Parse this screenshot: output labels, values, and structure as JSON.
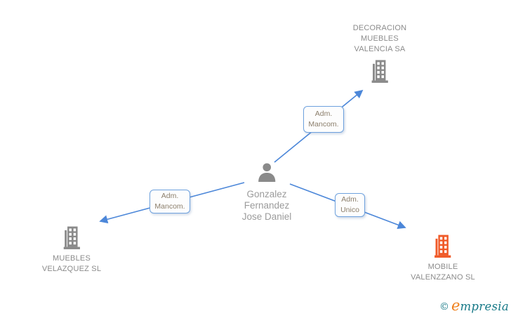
{
  "nodes": {
    "person": {
      "lines": [
        "Gonzalez",
        "Fernandez",
        "Jose Daniel"
      ]
    },
    "decoracion": {
      "lines": [
        "DECORACION",
        "MUEBLES",
        "VALENCIA SA"
      ]
    },
    "muebles": {
      "lines": [
        "MUEBLES",
        "VELAZQUEZ SL"
      ]
    },
    "mobile": {
      "lines": [
        "MOBILE",
        "VALENZZANO SL"
      ]
    }
  },
  "edges": {
    "to_decoracion": {
      "lines": [
        "Adm.",
        "Mancom."
      ]
    },
    "to_muebles": {
      "lines": [
        "Adm.",
        "Mancom."
      ]
    },
    "to_mobile": {
      "lines": [
        "Adm.",
        "Unico"
      ]
    }
  },
  "footer": {
    "copyright_symbol": "©",
    "brand_e": "e",
    "brand_rest": "mpresia"
  },
  "colors": {
    "line": "#4c87d9",
    "box_border": "#6fa2de",
    "label_text": "#8b7e6b",
    "company_text": "#8b8b8b",
    "person_text": "#9b9b9b",
    "gray_icon": "#8a8a8a",
    "orange_icon": "#f05a28",
    "brand_teal": "#187a88",
    "brand_orange": "#ef7f1a"
  }
}
